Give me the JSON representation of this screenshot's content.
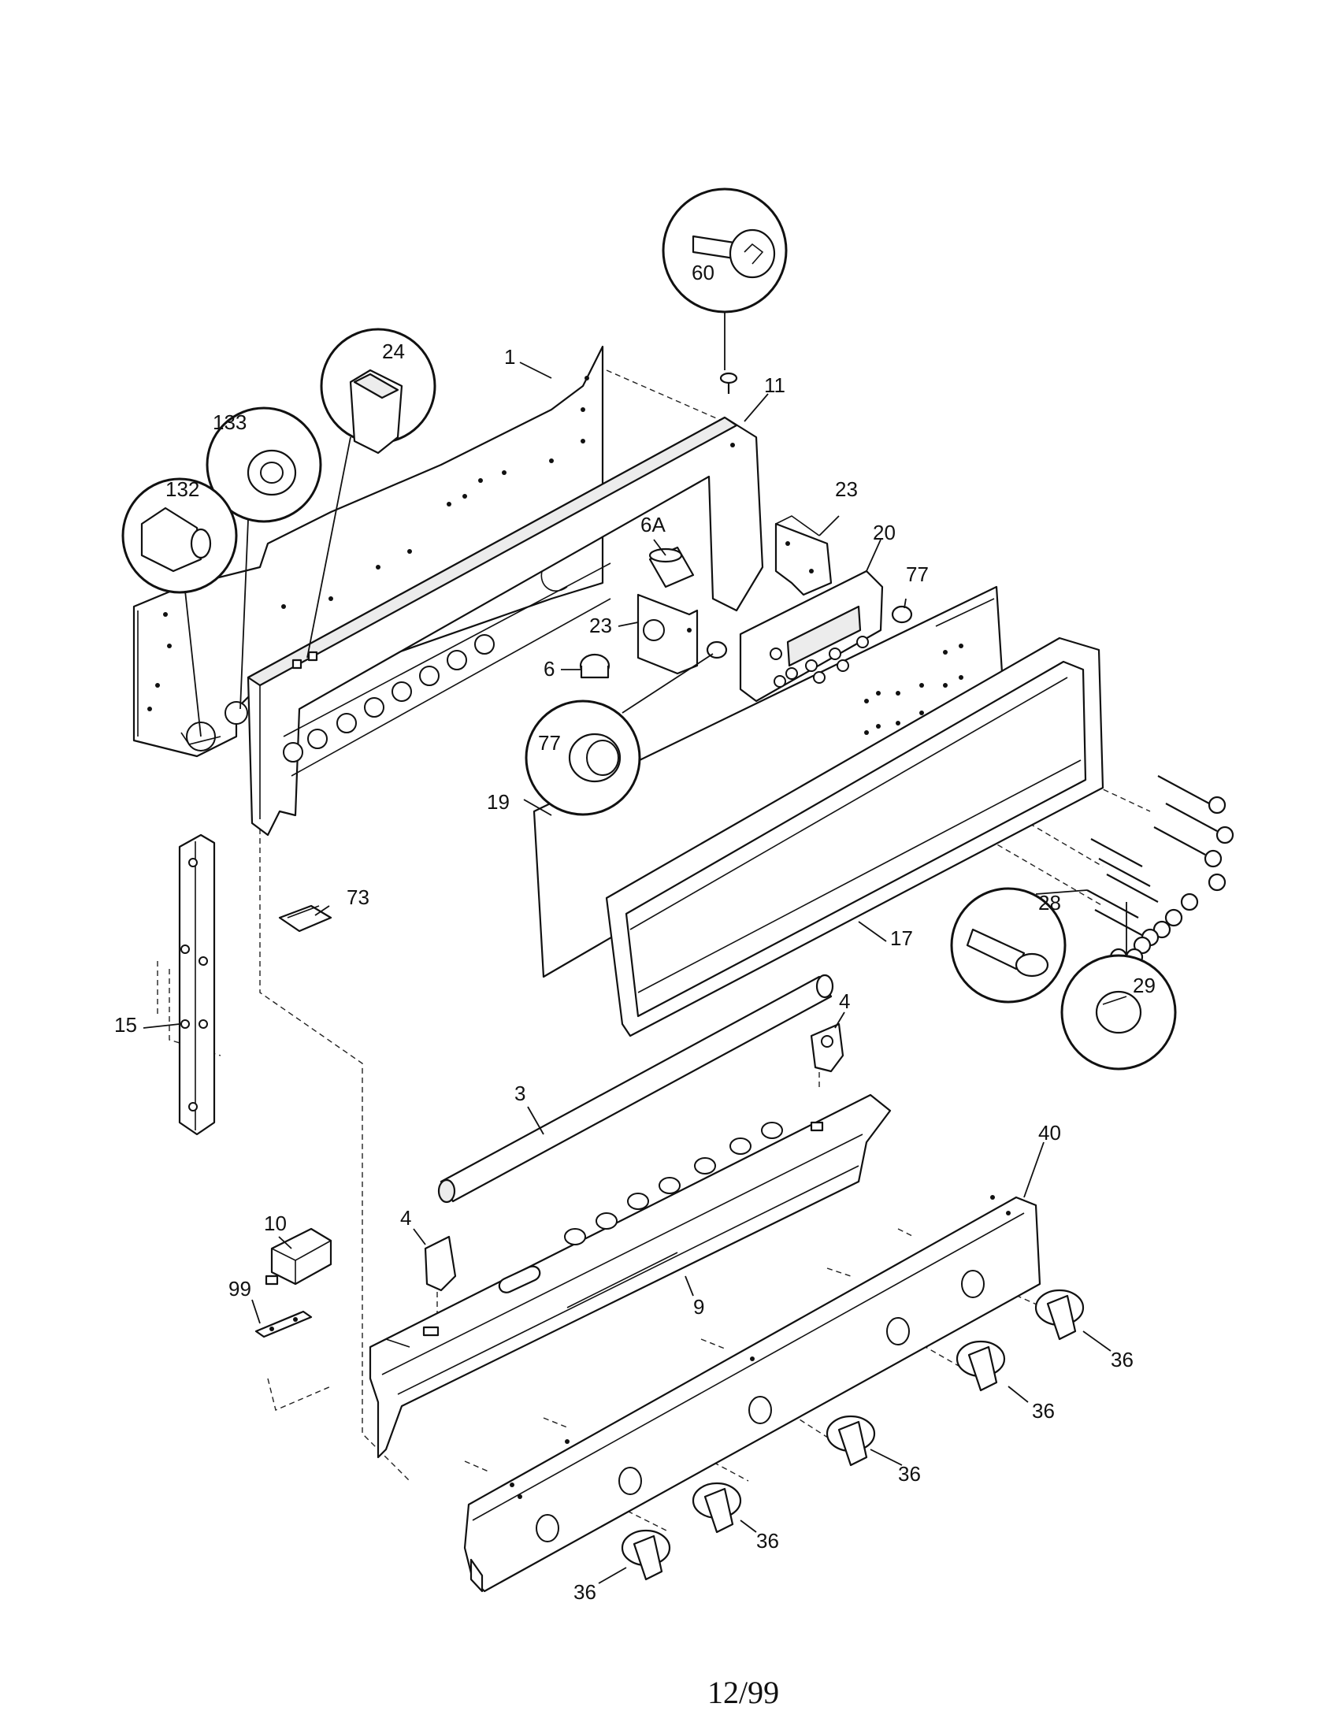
{
  "diagram": {
    "labels": {
      "l1": "1",
      "l3": "3",
      "l4a": "4",
      "l4b": "4",
      "l6": "6",
      "l6a": "6A",
      "l9": "9",
      "l10": "10",
      "l11": "11",
      "l15": "15",
      "l17": "17",
      "l19": "19",
      "l20": "20",
      "l23a": "23",
      "l23b": "23",
      "l24": "24",
      "l28": "28",
      "l29": "29",
      "l36a": "36",
      "l36b": "36",
      "l36c": "36",
      "l36d": "36",
      "l36e": "36",
      "l40": "40",
      "l60": "60",
      "l73": "73",
      "l77a": "77",
      "l77b": "77",
      "l99": "99",
      "l132": "132",
      "l133": "133"
    },
    "footer": {
      "date": "12/99"
    }
  }
}
